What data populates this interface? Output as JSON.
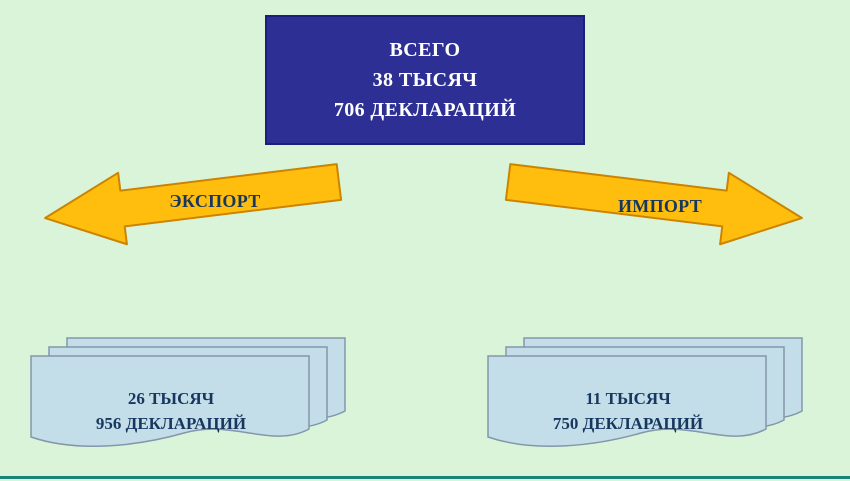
{
  "colors": {
    "background": "#d9f4d9",
    "total_box_fill": "#2d2f94",
    "total_box_border": "#1c1f7a",
    "total_text": "#ffffff",
    "arrow_fill": "#ffbe0d",
    "arrow_border": "#cc8400",
    "label_text": "#17375e",
    "document_fill": "#c3dde9",
    "document_border": "#8496ab",
    "bottom_rule": "#1a8577"
  },
  "total_box": {
    "lines": [
      "ВСЕГО",
      "38 ТЫСЯЧ",
      "706 ДЕКЛАРАЦИЙ"
    ]
  },
  "export": {
    "arrow_label": "ЭКСПОРТ",
    "doc_lines": [
      "26 ТЫСЯЧ",
      "956 ДЕКЛАРАЦИЙ"
    ]
  },
  "import": {
    "arrow_label": "ИМПОРТ",
    "doc_lines": [
      "11 ТЫСЯЧ",
      "750 ДЕКЛАРАЦИЙ"
    ]
  }
}
